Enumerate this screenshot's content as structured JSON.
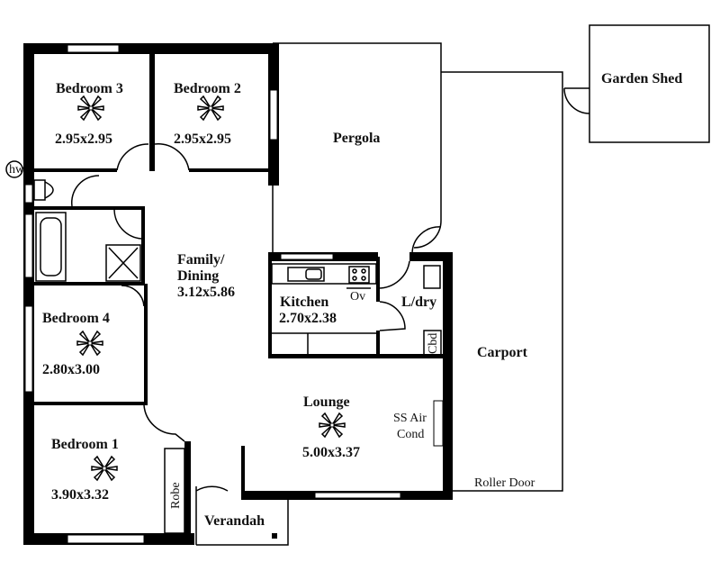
{
  "rooms": {
    "bedroom3": {
      "name": "Bedroom 3",
      "size": "2.95x2.95"
    },
    "bedroom2": {
      "name": "Bedroom 2",
      "size": "2.95x2.95"
    },
    "pergola": {
      "name": "Pergola"
    },
    "garden_shed": {
      "name": "Garden Shed"
    },
    "family": {
      "name_line1": "Family/",
      "name_line2": "Dining",
      "size": "3.12x5.86"
    },
    "kitchen": {
      "name": "Kitchen",
      "size": "2.70x2.38"
    },
    "laundry": {
      "name": "L/dry"
    },
    "bedroom4": {
      "name": "Bedroom 4",
      "size": "2.80x3.00"
    },
    "carport": {
      "name": "Carport"
    },
    "lounge": {
      "name": "Lounge",
      "size": "5.00x3.37"
    },
    "bedroom1": {
      "name": "Bedroom 1",
      "size": "3.90x3.32"
    },
    "verandah": {
      "name": "Verandah"
    }
  },
  "fixtures": {
    "hot_water": "hw",
    "oven": "Ov",
    "cupboard": "Cbd",
    "robe": "Robe",
    "air_cond_line1": "SS Air",
    "air_cond_line2": "Cond",
    "roller_door": "Roller Door"
  }
}
